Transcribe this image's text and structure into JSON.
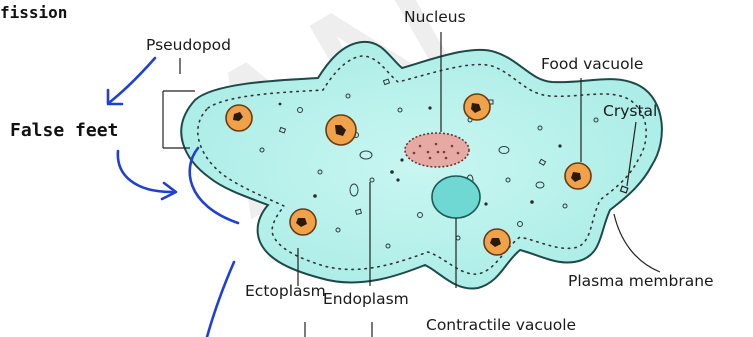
{
  "header": {
    "cut_text": "fission"
  },
  "handwritten": {
    "false_feet": "False feet"
  },
  "labels": {
    "pseudopod": "Pseudopod",
    "nucleus": "Nucleus",
    "food_vacuole": "Food vacuole",
    "crystal": "Crystal",
    "plasma_membrane": "Plasma membrane",
    "endoplasm": "Endoplasm",
    "ectoplasm": "Ectoplasm",
    "contractile_vacuole": "Contractile vacuole"
  },
  "colors": {
    "cytoplasm": "#a9ece6",
    "nucleus": "#e6a9a4",
    "food_vacuole": "#f0a24a",
    "contractile_vacuole": "#6fd8d3",
    "annotation_ink": "#1f3fd8"
  }
}
